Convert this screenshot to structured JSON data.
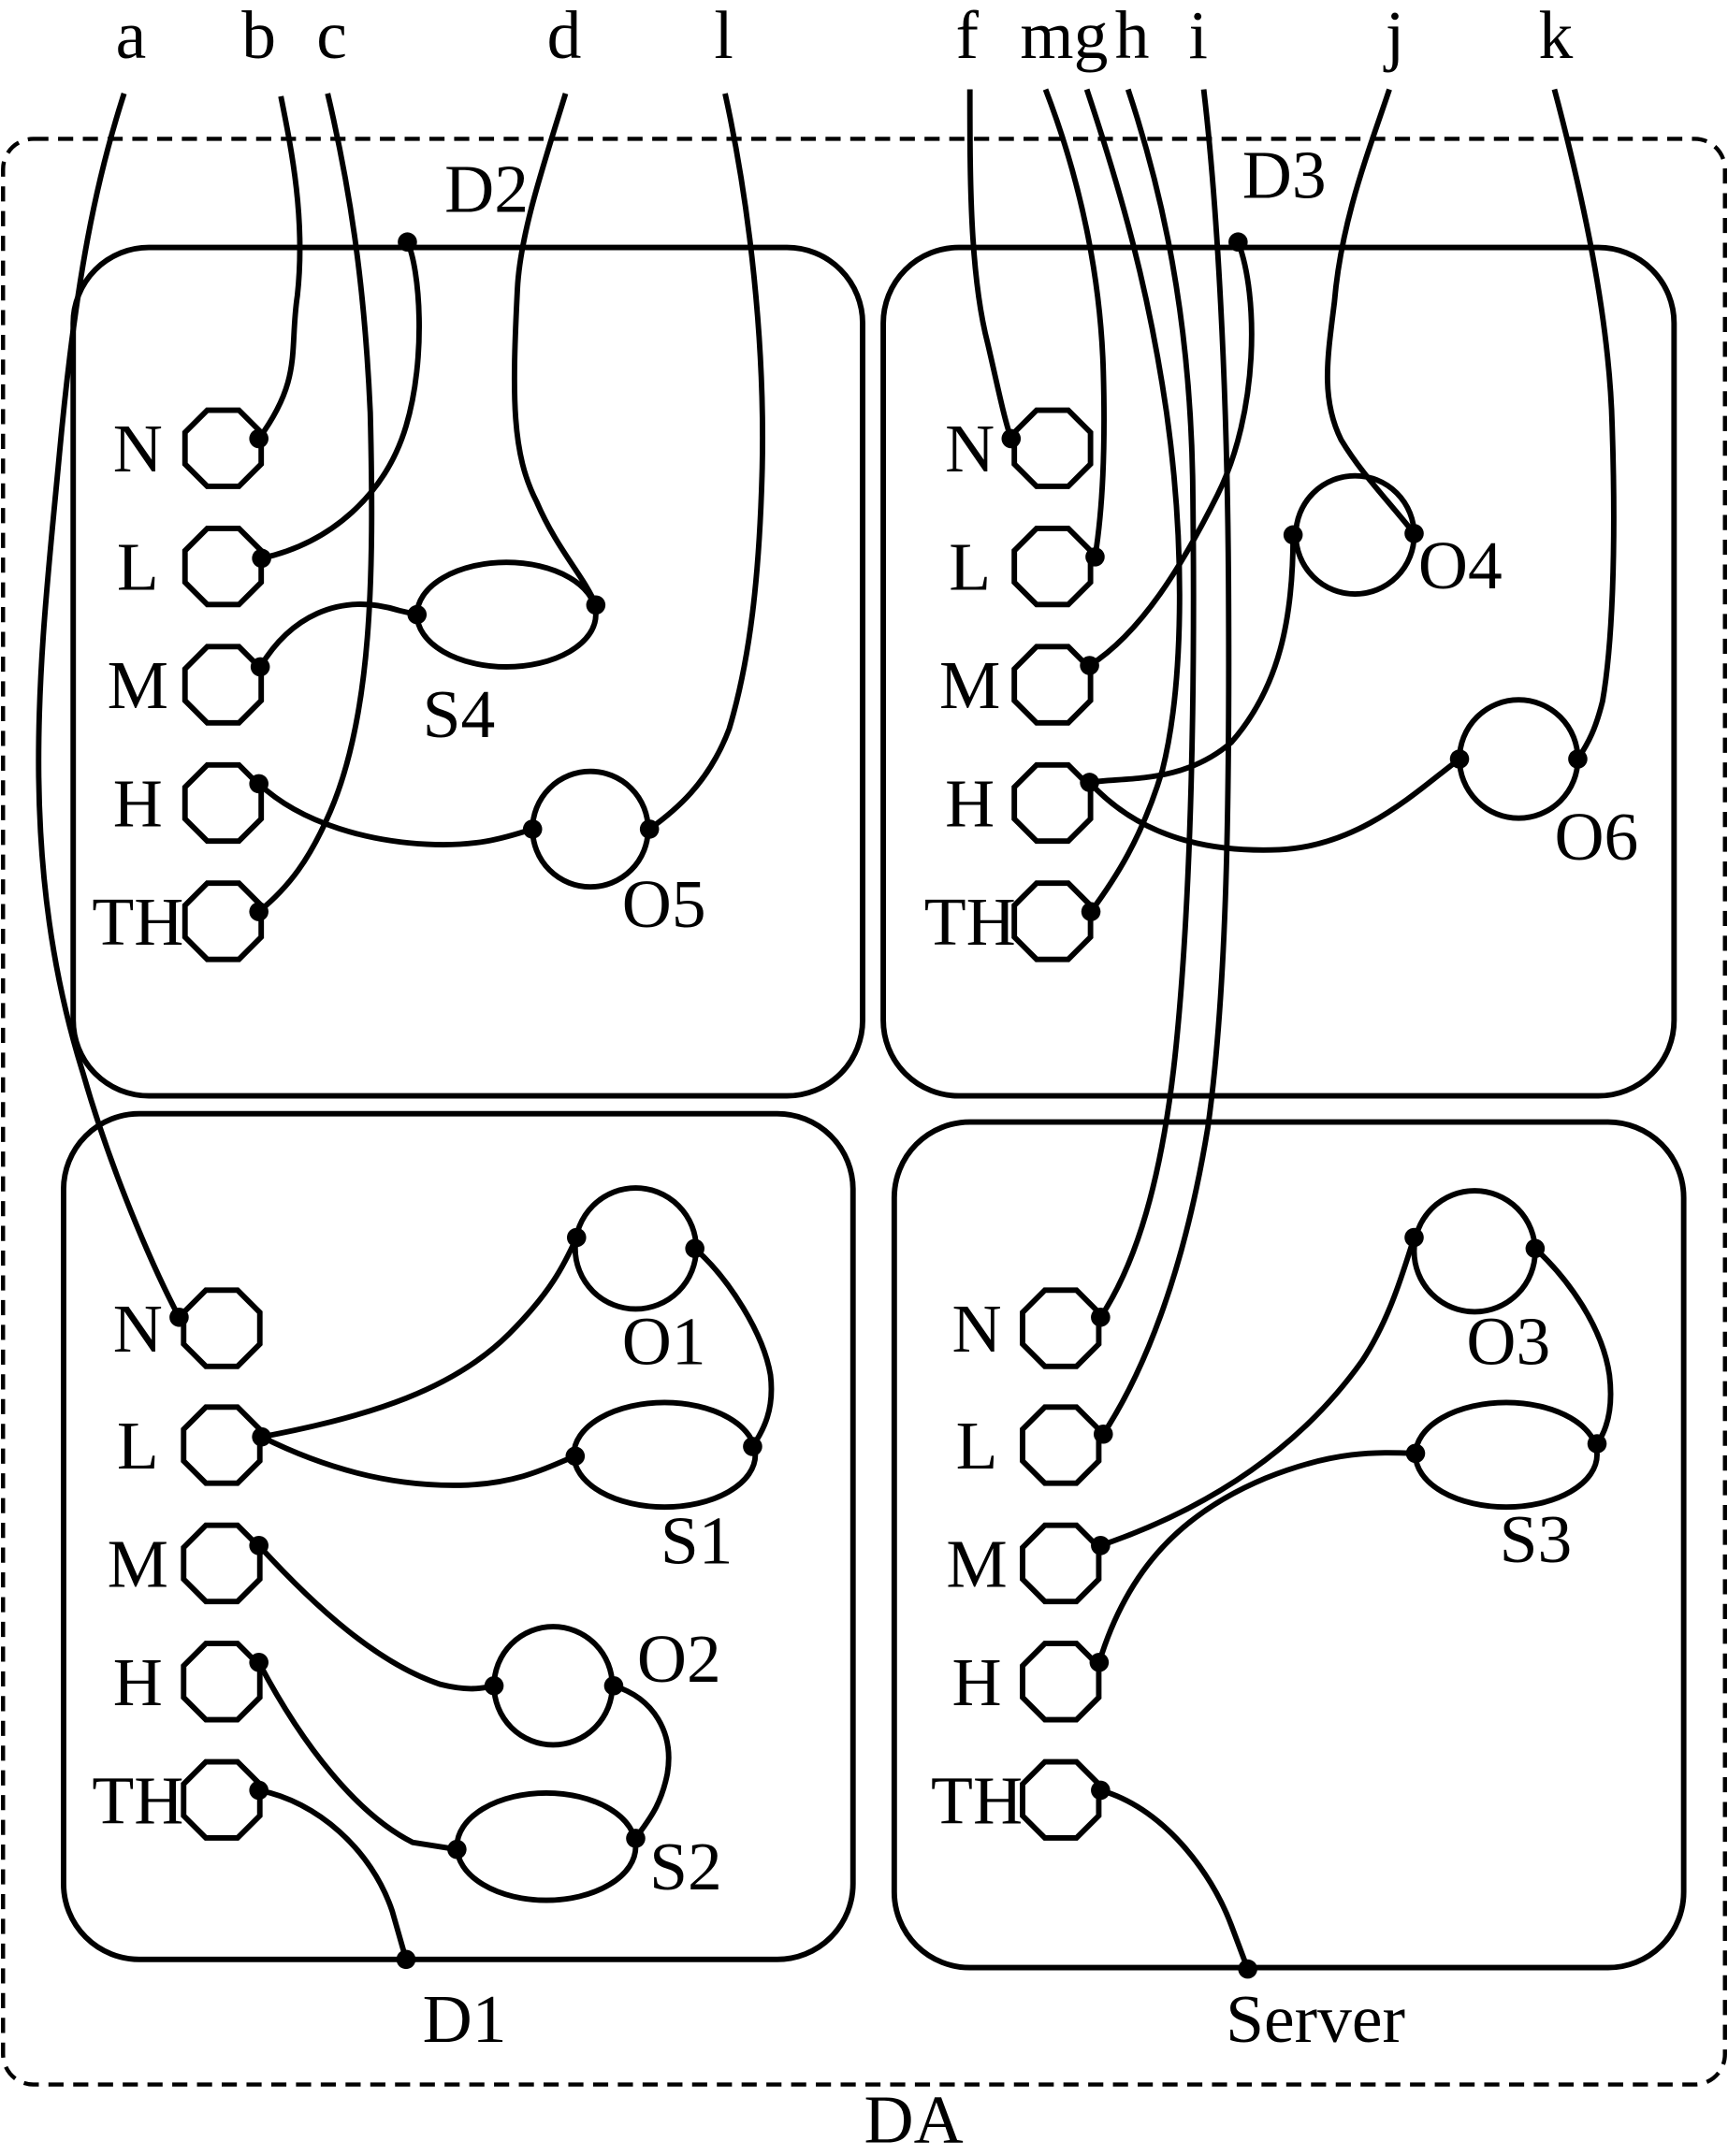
{
  "top_labels": [
    "a",
    "b",
    "c",
    "d",
    "l",
    "f",
    "m",
    "g",
    "h",
    "i",
    "j",
    "k"
  ],
  "outer_label": "DA",
  "box_labels": {
    "d2": "D2",
    "d3": "D3",
    "d1": "D1",
    "server": "Server"
  },
  "port_labels": [
    "N",
    "L",
    "M",
    "H",
    "TH"
  ],
  "component_labels": {
    "s4": "S4",
    "o5": "O5",
    "o4": "O4",
    "o6": "O6",
    "o1": "O1",
    "s1": "S1",
    "o2": "O2",
    "s2": "S2",
    "o3": "O3",
    "s3": "S3"
  }
}
